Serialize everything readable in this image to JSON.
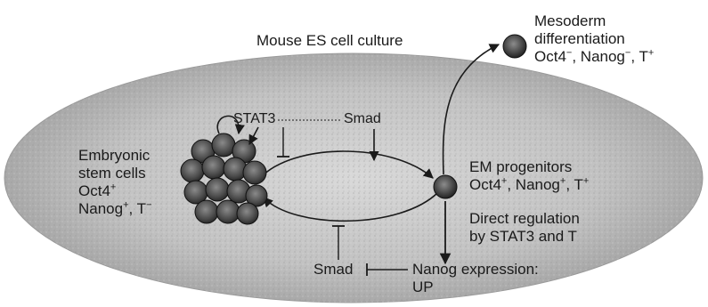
{
  "culture_label": "Mouse ES cell culture",
  "nodes": {
    "es": {
      "lines": [
        {
          "text": "Embryonic",
          "sup": ""
        },
        {
          "text": "stem cells",
          "sup": ""
        },
        {
          "text": "Oct4",
          "sup": "+"
        },
        {
          "text": "Nanog",
          "sup": "+",
          "tail": ", T",
          "tail_sup": "−"
        }
      ]
    },
    "em": {
      "lines": [
        {
          "text": "EM progenitors",
          "sup": ""
        },
        {
          "text": "Oct4",
          "sup": "+",
          "mid": ", Nanog",
          "mid_sup": "+",
          "tail": ", T",
          "tail_sup": "+"
        }
      ]
    },
    "mesoderm": {
      "lines": [
        {
          "text": "Mesoderm",
          "sup": ""
        },
        {
          "text": "differentiation",
          "sup": ""
        },
        {
          "text": "Oct4",
          "sup": "−",
          "mid": ", Nanog",
          "mid_sup": "−",
          "tail": ", T",
          "tail_sup": "+"
        }
      ]
    }
  },
  "signals": {
    "stat3": "STAT3",
    "smad_top": "Smad",
    "smad_bottom": "Smad",
    "nanog": "Nanog expression:",
    "up": "UP",
    "direct_1": "Direct regulation",
    "direct_2": "by STAT3 and T"
  },
  "colors": {
    "ellipse_fill": "#b9b9b9",
    "ink": "#1a1a1a",
    "cell_fill": "#6a6a6a"
  }
}
